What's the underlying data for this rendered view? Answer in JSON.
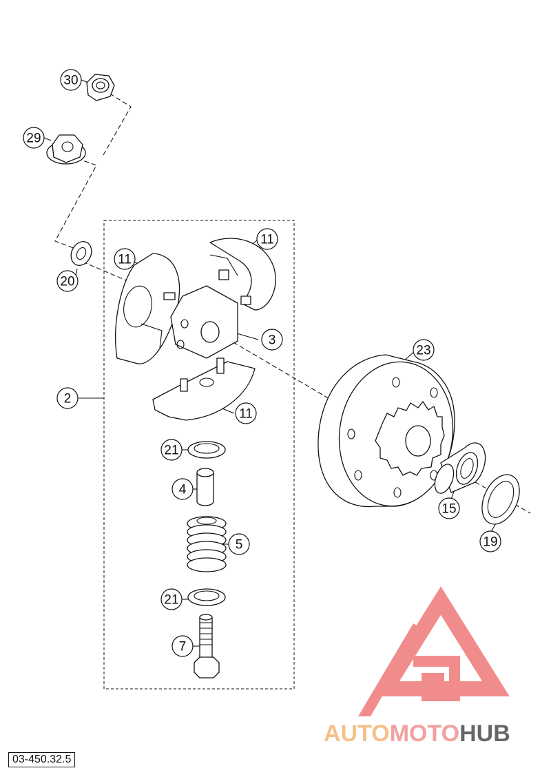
{
  "callouts": [
    {
      "label": "30",
      "part": "nut"
    },
    {
      "label": "29",
      "part": "flange nut"
    },
    {
      "label": "20",
      "part": "washer"
    },
    {
      "label": "11",
      "part": "clutch shoe"
    },
    {
      "label": "11",
      "part": "clutch shoe"
    },
    {
      "label": "11",
      "part": "clutch shoe"
    },
    {
      "label": "3",
      "part": "clutch carrier"
    },
    {
      "label": "2",
      "part": "clutch assembly"
    },
    {
      "label": "21",
      "part": "washer"
    },
    {
      "label": "4",
      "part": "bushing"
    },
    {
      "label": "5",
      "part": "spring"
    },
    {
      "label": "21",
      "part": "washer"
    },
    {
      "label": "7",
      "part": "bolt"
    },
    {
      "label": "23",
      "part": "clutch drum"
    },
    {
      "label": "15",
      "part": "needle bearing"
    },
    {
      "label": "19",
      "part": "washer"
    }
  ],
  "drawing_number": "03-450.32.5",
  "watermark": {
    "brand_part1": "AUTO",
    "brand_part2": "MOTO",
    "brand_part3": "HUB",
    "color1": "#f5c08a",
    "color2": "#f2a0a0",
    "color3": "#666666",
    "logo_color": "#f08080"
  }
}
